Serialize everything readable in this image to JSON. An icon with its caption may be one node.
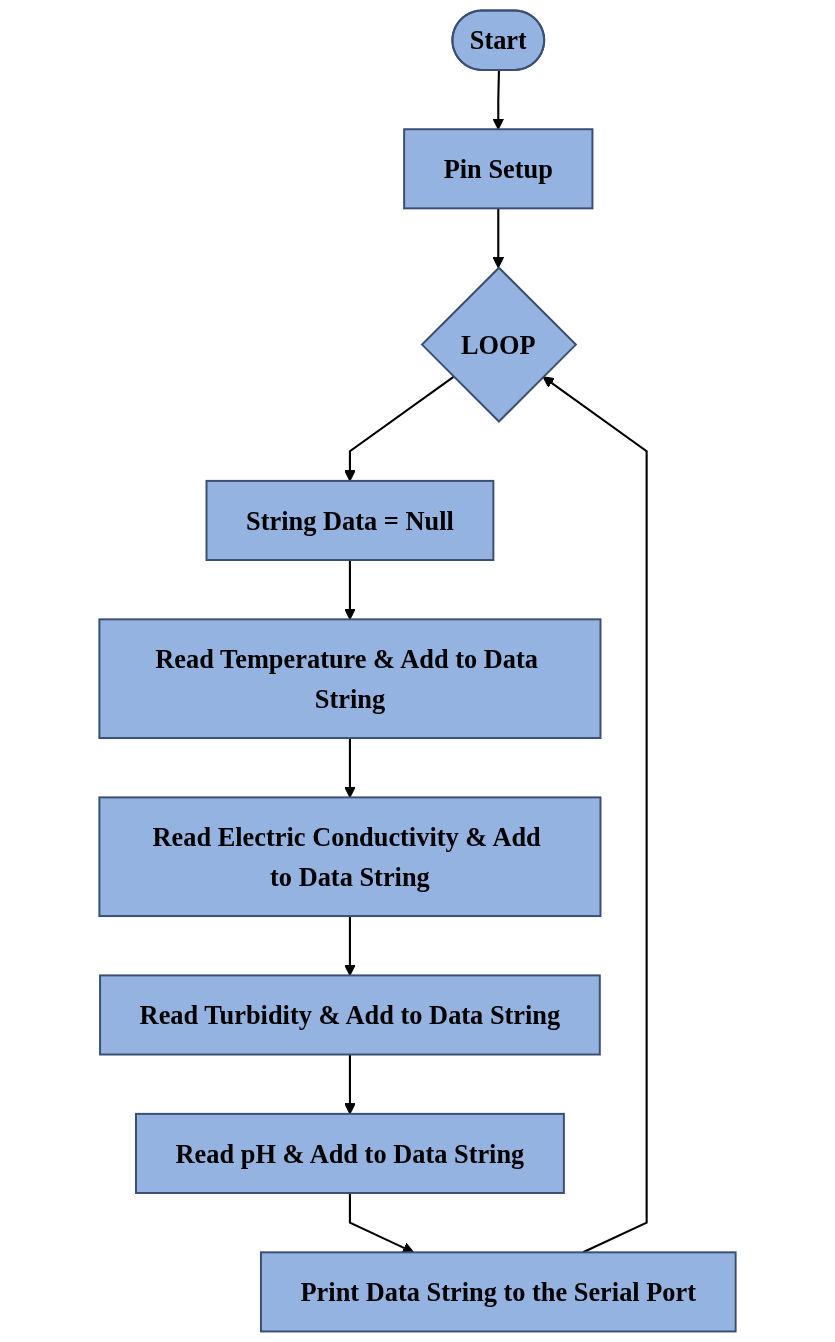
{
  "diagram": {
    "nodes": [
      {
        "text": [
          "Start"
        ]
      },
      {
        "text": [
          "Pin Setup"
        ]
      },
      {
        "text": [
          "LOOP"
        ]
      },
      {
        "text": [
          "String Data = Null"
        ]
      },
      {
        "text": [
          "Read Temperature & Add to Data String"
        ]
      },
      {
        "text": [
          "Read Electric Conductivity & Add to Data String"
        ]
      },
      {
        "text": [
          "Read Turbidity & Add to Data String"
        ]
      },
      {
        "text": [
          "Read pH & Add to Data String"
        ]
      },
      {
        "text": [
          "Print Data String to the Serial Port"
        ]
      }
    ],
    "edges": [
      {
        "from": 0,
        "to": 1,
        "arrow": "to"
      },
      {
        "from": 1,
        "to": 2,
        "arrow": "to"
      },
      {
        "from": 2,
        "to": 3,
        "arrow": "to"
      },
      {
        "from": 3,
        "to": 4,
        "arrow": "to"
      },
      {
        "from": 4,
        "to": 5,
        "arrow": "to"
      },
      {
        "from": 5,
        "to": 6,
        "arrow": "to"
      },
      {
        "from": 6,
        "to": 7,
        "arrow": "to"
      },
      {
        "from": 7,
        "to": 8,
        "arrow": "to"
      },
      {
        "from": 8,
        "to": 2,
        "arrow": "to"
      }
    ]
  }
}
